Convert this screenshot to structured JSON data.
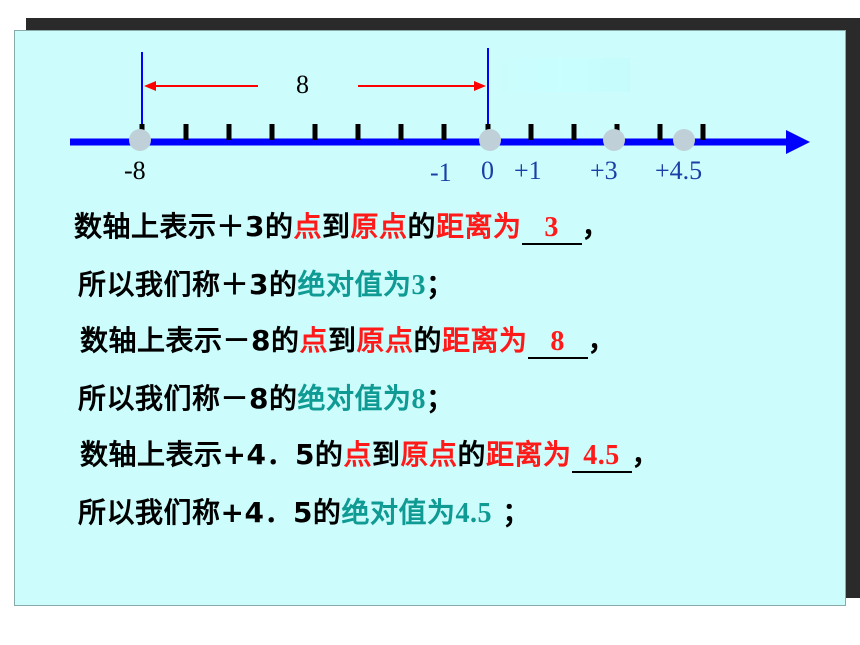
{
  "number_line": {
    "distance_label": "8",
    "labels": [
      {
        "text": "-8",
        "color": "#000000"
      },
      {
        "text": "-1",
        "color": "#1a3fa8"
      },
      {
        "text": "0",
        "color": "#1a3fa8"
      },
      {
        "text": "+1",
        "color": "#1a3fa8"
      },
      {
        "text": "+3",
        "color": "#1a3fa8"
      },
      {
        "text": "+4.5",
        "color": "#1a3fa8"
      }
    ],
    "axis_color": "#0000ff",
    "point_color": "#c0d0d8",
    "arrow_color": "#ff0000"
  },
  "lines": [
    {
      "a": "数轴上表示＋3的",
      "b": "点",
      "c": "到",
      "d": "原点",
      "e": "的",
      "f": "距离为",
      "blank": "3",
      "end": "，"
    },
    {
      "a": "所以我们称＋3的",
      "b": "绝对值为",
      "c": "3",
      "end": "；"
    },
    {
      "a": "数轴上表示－8的",
      "b": "点",
      "c": "到",
      "d": "原点",
      "e": "的",
      "f": "距离为",
      "blank": "8",
      "end": "，"
    },
    {
      "a": "所以我们称－8的",
      "b": "绝对值为",
      "c": "8",
      "end": "；"
    },
    {
      "a": "数轴上表示+4．5的",
      "b": "点",
      "c": "到",
      "d": "原点",
      "e": "的",
      "f": "距离为",
      "blank": "4.5",
      "end": "，"
    },
    {
      "a": "所以我们称+4．5的",
      "b": "绝对值为",
      "c": "4.5",
      "end": " ；"
    }
  ]
}
